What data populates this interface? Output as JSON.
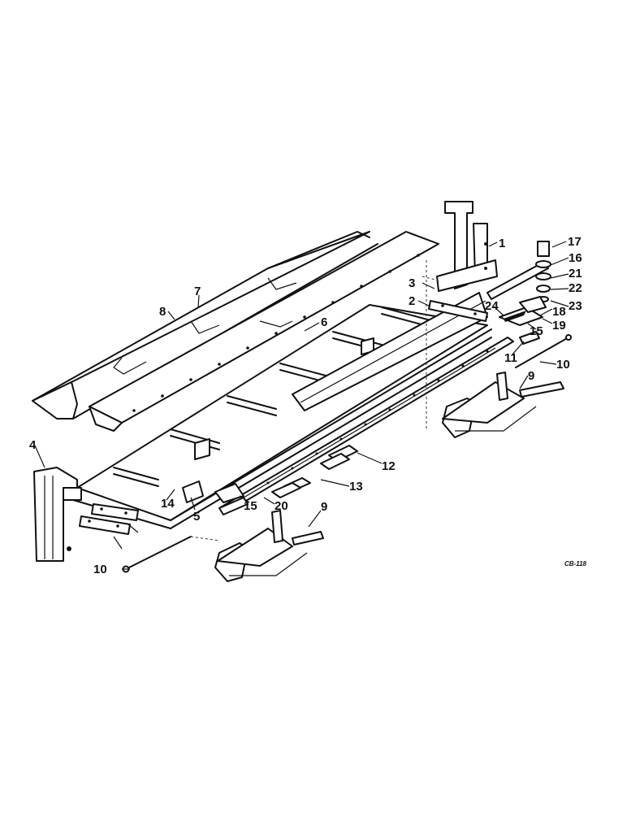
{
  "diagram": {
    "drawing_code": "CB-118",
    "callouts": [
      "1",
      "2",
      "3",
      "4",
      "5",
      "6",
      "7",
      "8",
      "9",
      "10",
      "11",
      "12",
      "13",
      "14",
      "15",
      "16",
      "17",
      "18",
      "19",
      "20",
      "21",
      "22",
      "23",
      "24"
    ]
  }
}
